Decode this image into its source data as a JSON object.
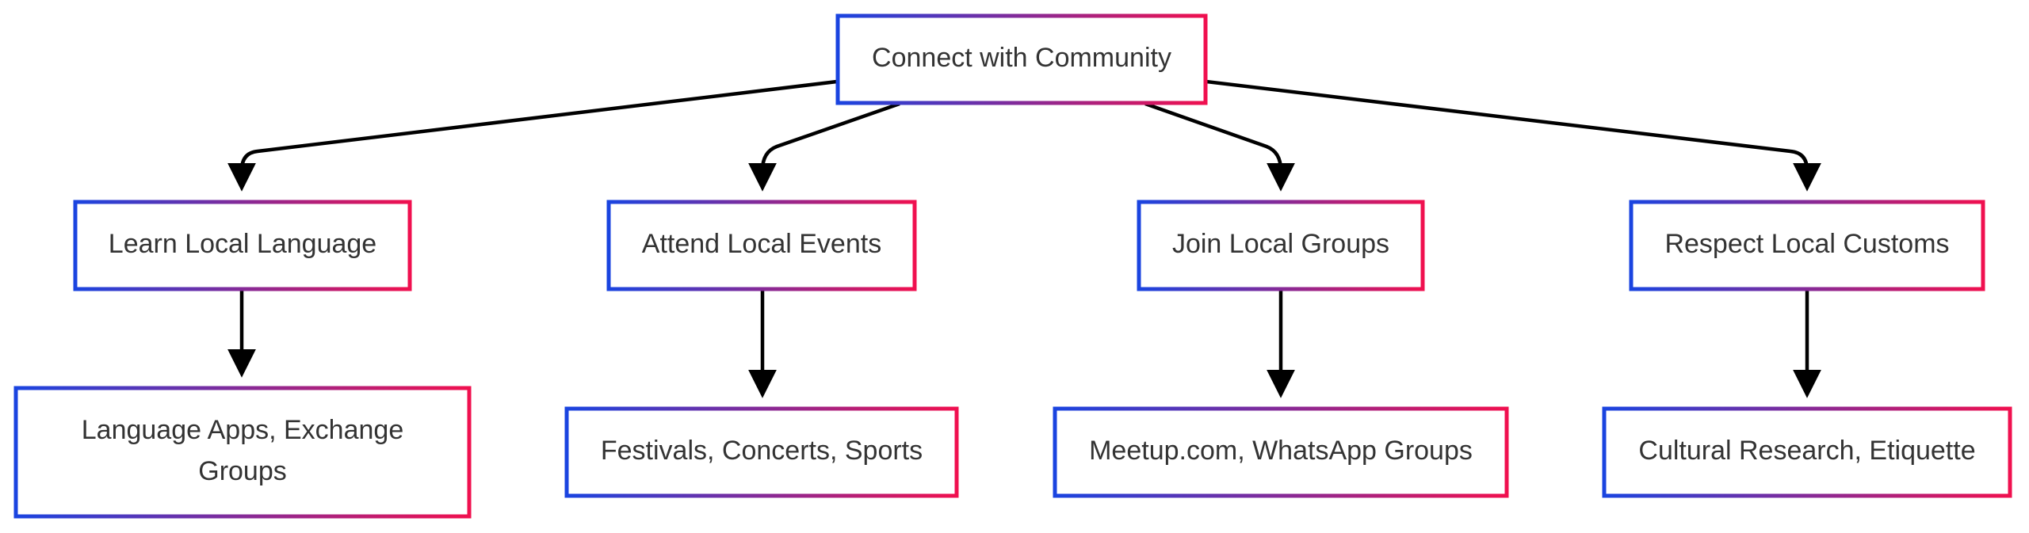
{
  "diagram": {
    "type": "flowchart",
    "root": {
      "id": "root",
      "label": "Connect with Community"
    },
    "branches": [
      {
        "id": "language",
        "label": "Learn Local Language",
        "detail": [
          "Language Apps, Exchange",
          "Groups"
        ]
      },
      {
        "id": "events",
        "label": "Attend Local Events",
        "detail": [
          "Festivals, Concerts, Sports"
        ]
      },
      {
        "id": "groups",
        "label": "Join Local Groups",
        "detail": [
          "Meetup.com, WhatsApp Groups"
        ]
      },
      {
        "id": "customs",
        "label": "Respect Local Customs",
        "detail": [
          "Cultural Research, Etiquette"
        ]
      }
    ],
    "colors": {
      "border_start": "#1a44e0",
      "border_end": "#f0104f",
      "edge": "#000000",
      "text": "#333333",
      "background": "#ffffff"
    }
  }
}
